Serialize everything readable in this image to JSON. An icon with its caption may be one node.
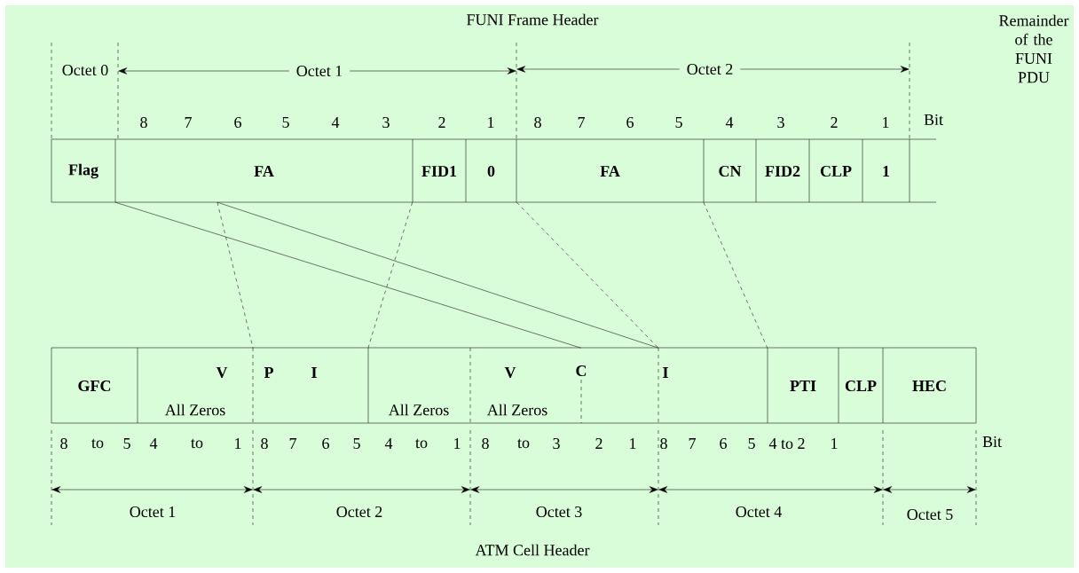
{
  "diagram": {
    "title": "FUNI Frame Header",
    "caption": "ATM Cell Header",
    "nodes": [
      {
        "text": [
          "Flag"
        ]
      },
      {
        "text": [
          "FA"
        ]
      },
      {
        "text": [
          "FID1"
        ]
      },
      {
        "text": [
          "0"
        ]
      },
      {
        "text": [
          "FA"
        ]
      },
      {
        "text": [
          "CN"
        ]
      },
      {
        "text": [
          "FID2"
        ]
      },
      {
        "text": [
          "CLP"
        ]
      },
      {
        "text": [
          "1"
        ]
      },
      {
        "text": [
          "GFC"
        ]
      },
      {
        "text": [
          "V",
          "All Zeros"
        ]
      },
      {
        "text": [
          "P",
          "I"
        ]
      },
      {
        "text": [
          "All Zeros"
        ]
      },
      {
        "text": [
          "V",
          "C",
          "All Zeros"
        ]
      },
      {
        "text": [
          "I"
        ]
      },
      {
        "text": [
          "PTI"
        ]
      },
      {
        "text": [
          "CLP"
        ]
      },
      {
        "text": [
          "HEC"
        ]
      }
    ],
    "edges": [
      {
        "from": 1,
        "to": 13,
        "arrow": "none"
      },
      {
        "from": 1,
        "to": 14,
        "arrow": "none"
      },
      {
        "from": 1,
        "to": 10,
        "arrow": "none",
        "style": "dashed"
      },
      {
        "from": 2,
        "to": 12,
        "arrow": "none",
        "style": "dashed"
      },
      {
        "from": 3,
        "to": 14,
        "arrow": "none",
        "style": "dashed"
      },
      {
        "from": 5,
        "to": 15,
        "arrow": "none",
        "style": "dashed"
      }
    ],
    "labels": [
      "Remainder of the FUNI PDU",
      "Octet 0",
      "Octet 1",
      "Octet 2",
      "8",
      "7",
      "6",
      "5",
      "4",
      "3",
      "2",
      "1",
      "8",
      "7",
      "6",
      "5",
      "4",
      "3",
      "2",
      "1",
      "Bit",
      "8",
      "to",
      "5",
      "4",
      "to",
      "1",
      "8",
      "7",
      "6",
      "5",
      "4",
      "to",
      "1",
      "8",
      "to",
      "3",
      "2",
      "1",
      "8",
      "7",
      "6",
      "5",
      "4 to 2",
      "1",
      "Bit",
      "Octet 1",
      "Octet 2",
      "Octet 3",
      "Octet 4",
      "Octet 5"
    ]
  }
}
